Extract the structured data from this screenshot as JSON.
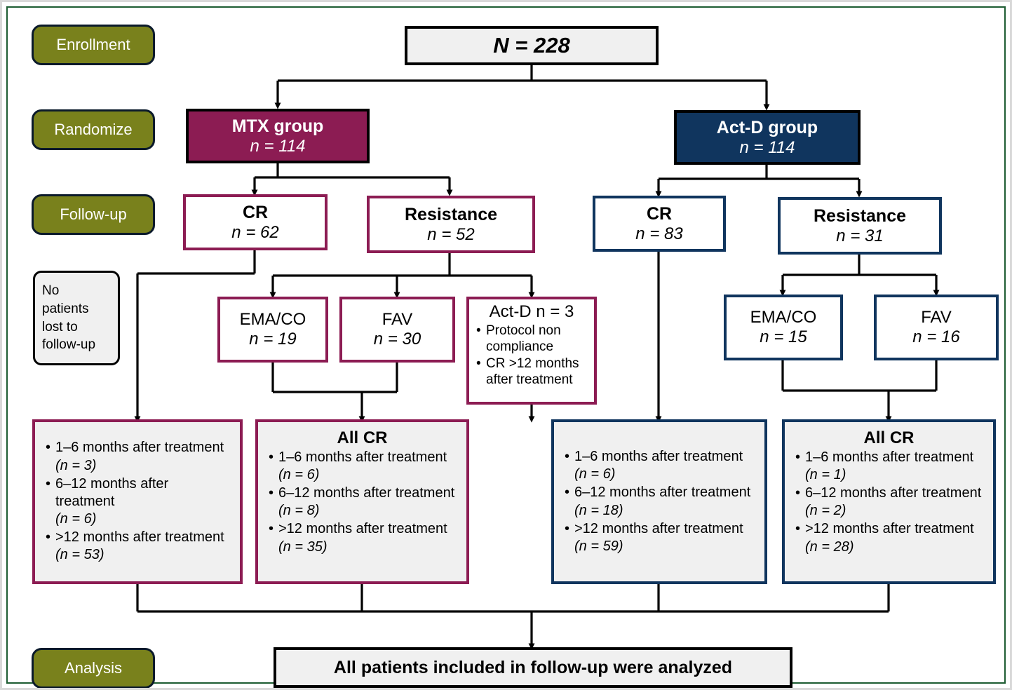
{
  "stages": [
    {
      "id": "enrollment",
      "label": "Enrollment"
    },
    {
      "id": "randomize",
      "label": "Randomize"
    },
    {
      "id": "followup",
      "label": "Follow-up"
    },
    {
      "id": "analysis",
      "label": "Analysis"
    }
  ],
  "enrollment": {
    "total_label": "N = 228",
    "n_symbol": "N",
    "n_eq": " = ",
    "n_value": "228"
  },
  "note": {
    "lines": [
      "No",
      "patients",
      "lost to",
      "follow-up"
    ],
    "text": "No patients lost to follow-up"
  },
  "groups": [
    {
      "id": "mtx",
      "title": "MTX group",
      "n_label": "n = 114",
      "color": "#8c1c53",
      "arms": [
        {
          "id": "mtx-cr",
          "title": "CR",
          "n_label": "n = 62"
        },
        {
          "id": "mtx-resistance",
          "title": "Resistance",
          "n_label": "n = 52"
        }
      ],
      "salvage": [
        {
          "id": "mtx-emaco",
          "title": "EMA/CO",
          "n_label": "n = 19"
        },
        {
          "id": "mtx-fav",
          "title": "FAV",
          "n_label": "n = 30"
        }
      ]
    },
    {
      "id": "actd",
      "title": "Act-D group",
      "n_label": "n = 114",
      "color": "#10355e",
      "arms": [
        {
          "id": "actd-cr",
          "title": "CR",
          "n_label": "n = 83"
        },
        {
          "id": "actd-resistance",
          "title": "Resistance",
          "n_label": "n = 31"
        }
      ],
      "salvage": [
        {
          "id": "actd-emaco",
          "title": "EMA/CO",
          "n_label": "n = 15"
        },
        {
          "id": "actd-fav",
          "title": "FAV",
          "n_label": "n = 16"
        }
      ]
    }
  ],
  "actd_exclusion": {
    "title": "Act-D n = 3",
    "bullets": [
      "Protocol non compliance",
      "CR  >12 months after treatment"
    ]
  },
  "outcomes": [
    {
      "id": "mtx-cr-outcomes",
      "title": "",
      "color": "#8c1c53",
      "items": [
        {
          "text": "1–6 months after treatment",
          "n": "(n = 3)"
        },
        {
          "text": "6–12 months after treatment",
          "n": "(n = 6)"
        },
        {
          "text": ">12 months after treatment",
          "n": "(n = 53)"
        }
      ]
    },
    {
      "id": "mtx-allcr-outcomes",
      "title": "All CR",
      "color": "#8c1c53",
      "items": [
        {
          "text": "1–6 months after treatment",
          "n": "(n = 6)"
        },
        {
          "text": "6–12 months after treatment",
          "n": "(n = 8)"
        },
        {
          "text": ">12 months after treatment",
          "n": "(n = 35)"
        }
      ]
    },
    {
      "id": "actd-cr-outcomes",
      "title": "",
      "color": "#10355e",
      "items": [
        {
          "text": "1–6 months after treatment",
          "n": "(n = 6)"
        },
        {
          "text": "6–12 months after treatment",
          "n": "(n = 18)"
        },
        {
          "text": ">12 months after treatment",
          "n": "(n = 59)"
        }
      ]
    },
    {
      "id": "actd-allcr-outcomes",
      "title": "All CR",
      "color": "#10355e",
      "items": [
        {
          "text": "1–6 months after treatment",
          "n": "(n = 1)"
        },
        {
          "text": "6–12 months after treatment",
          "n": "(n = 2)"
        },
        {
          "text": ">12 months after treatment",
          "n": "(n = 28)"
        }
      ]
    }
  ],
  "analysis": {
    "label": "All patients included in follow-up were analyzed"
  },
  "colors": {
    "stage_pill": "#79811c",
    "mtx": "#8c1c53",
    "actd": "#10355e",
    "box_fill": "#f0f0f0",
    "frame": "#1d5c32",
    "line": "#000000"
  }
}
